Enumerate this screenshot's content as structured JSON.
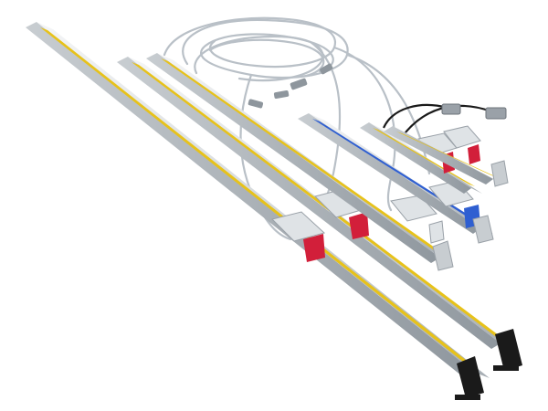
{
  "image": {
    "subject": "linear-scale-product-photo",
    "background_color": "#ffffff",
    "colors": {
      "aluminum_light": "#eceef0",
      "aluminum_mid": "#cfd4d8",
      "aluminum_dark": "#9aa1a8",
      "yellow_strip": "#e7c21a",
      "blue_strip": "#2f5fd1",
      "red_bracket": "#d21f3a",
      "black_endcap": "#1a1a1a",
      "cable": "#b9c0c7"
    },
    "scales": [
      {
        "id": "scale-longest",
        "strip": "yellow"
      },
      {
        "id": "scale-long",
        "strip": "yellow"
      },
      {
        "id": "scale-medium",
        "strip": "yellow"
      },
      {
        "id": "scale-blue",
        "strip": "blue"
      },
      {
        "id": "scale-short-1",
        "strip": "yellow"
      },
      {
        "id": "scale-short-2",
        "strip": "yellow"
      }
    ]
  }
}
